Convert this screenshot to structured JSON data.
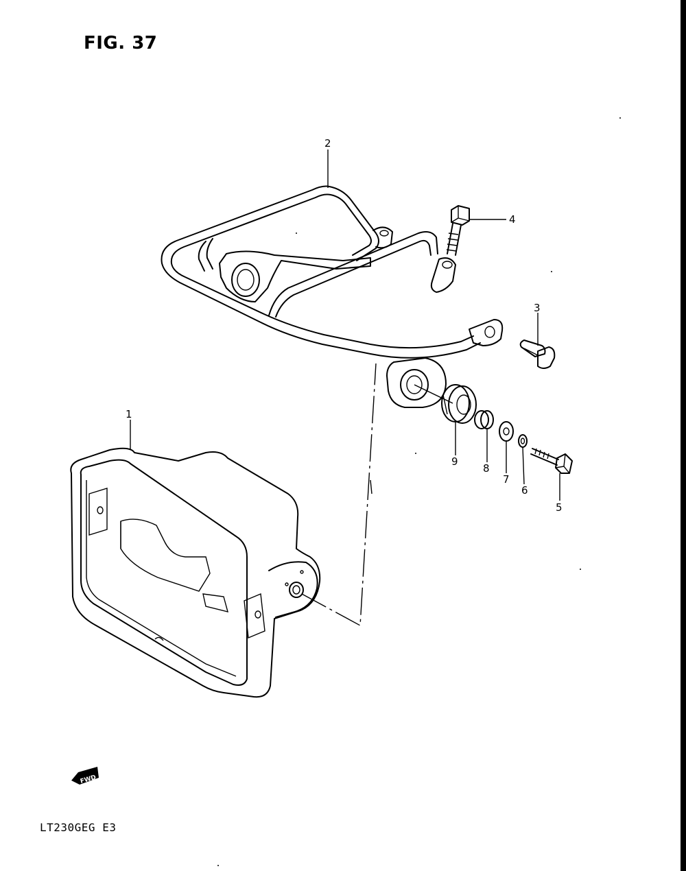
{
  "figure": {
    "title": "FIG. 37"
  },
  "model": {
    "code": "LT230GEG  E3"
  },
  "fwd_badge": {
    "text": "FWD"
  },
  "callouts": {
    "p1": "1",
    "p2": "2",
    "p3": "3",
    "p4": "4",
    "p5": "5",
    "p6": "6",
    "p7": "7",
    "p8": "8",
    "p9": "9"
  },
  "parts": [
    {
      "ref": "1",
      "icon": "headlight-housing-icon"
    },
    {
      "ref": "2",
      "icon": "headlight-bracket-icon"
    },
    {
      "ref": "3",
      "icon": "bolt-icon"
    },
    {
      "ref": "4",
      "icon": "bolt-icon"
    },
    {
      "ref": "5",
      "icon": "bolt-icon"
    },
    {
      "ref": "6",
      "icon": "lock-washer-icon"
    },
    {
      "ref": "7",
      "icon": "washer-icon"
    },
    {
      "ref": "8",
      "icon": "spacer-icon"
    },
    {
      "ref": "9",
      "icon": "grommet-icon"
    }
  ]
}
